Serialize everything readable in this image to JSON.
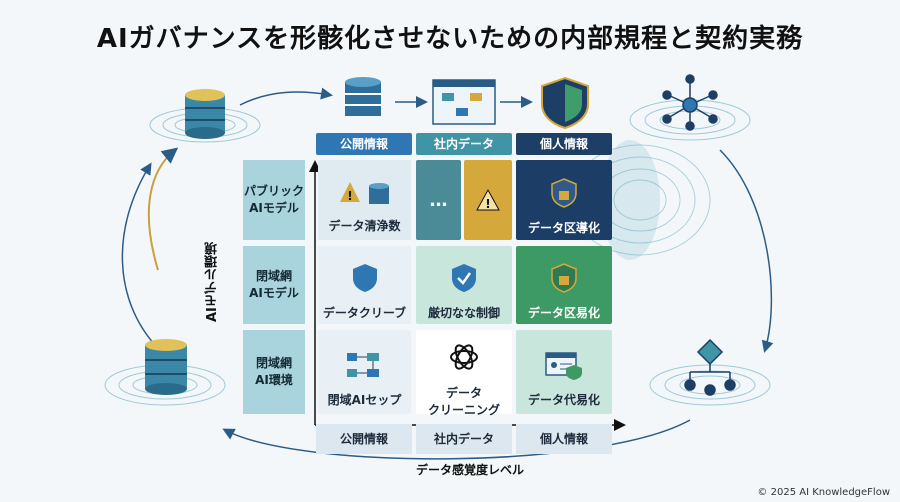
{
  "title": "AIガバナンスを形骸化させないための内部規程と契約実務",
  "columns": [
    "公開情報",
    "社内データ",
    "個人情報"
  ],
  "rows": [
    "パブリック\nAIモデル",
    "閉域網\nAIモデル",
    "閉域網\nAI環境"
  ],
  "cells": [
    [
      "データ清浄数",
      "",
      "データ区導化"
    ],
    [
      "データクリーブ",
      "厳切なな制御",
      "データ区易化"
    ],
    [
      "閉域AIセップ",
      "データ\nクリーニング",
      "データ代易化"
    ]
  ],
  "y_axis_label": "AIモデル環境",
  "x_axis_label": "データ感覚度レベル",
  "ellipsis": "…",
  "copyright": "© 2025 AI KnowledgeFlow",
  "colors": {
    "header_blue": "#2f77b3",
    "header_teal": "#3f95a5",
    "header_navy": "#1d3f66",
    "row_header": "#a9d3dd",
    "navy_cell": "#1b3d66",
    "green_cell": "#3e9a64",
    "gold_cell": "#d4a83a",
    "teal_cell": "#4b8a97"
  }
}
